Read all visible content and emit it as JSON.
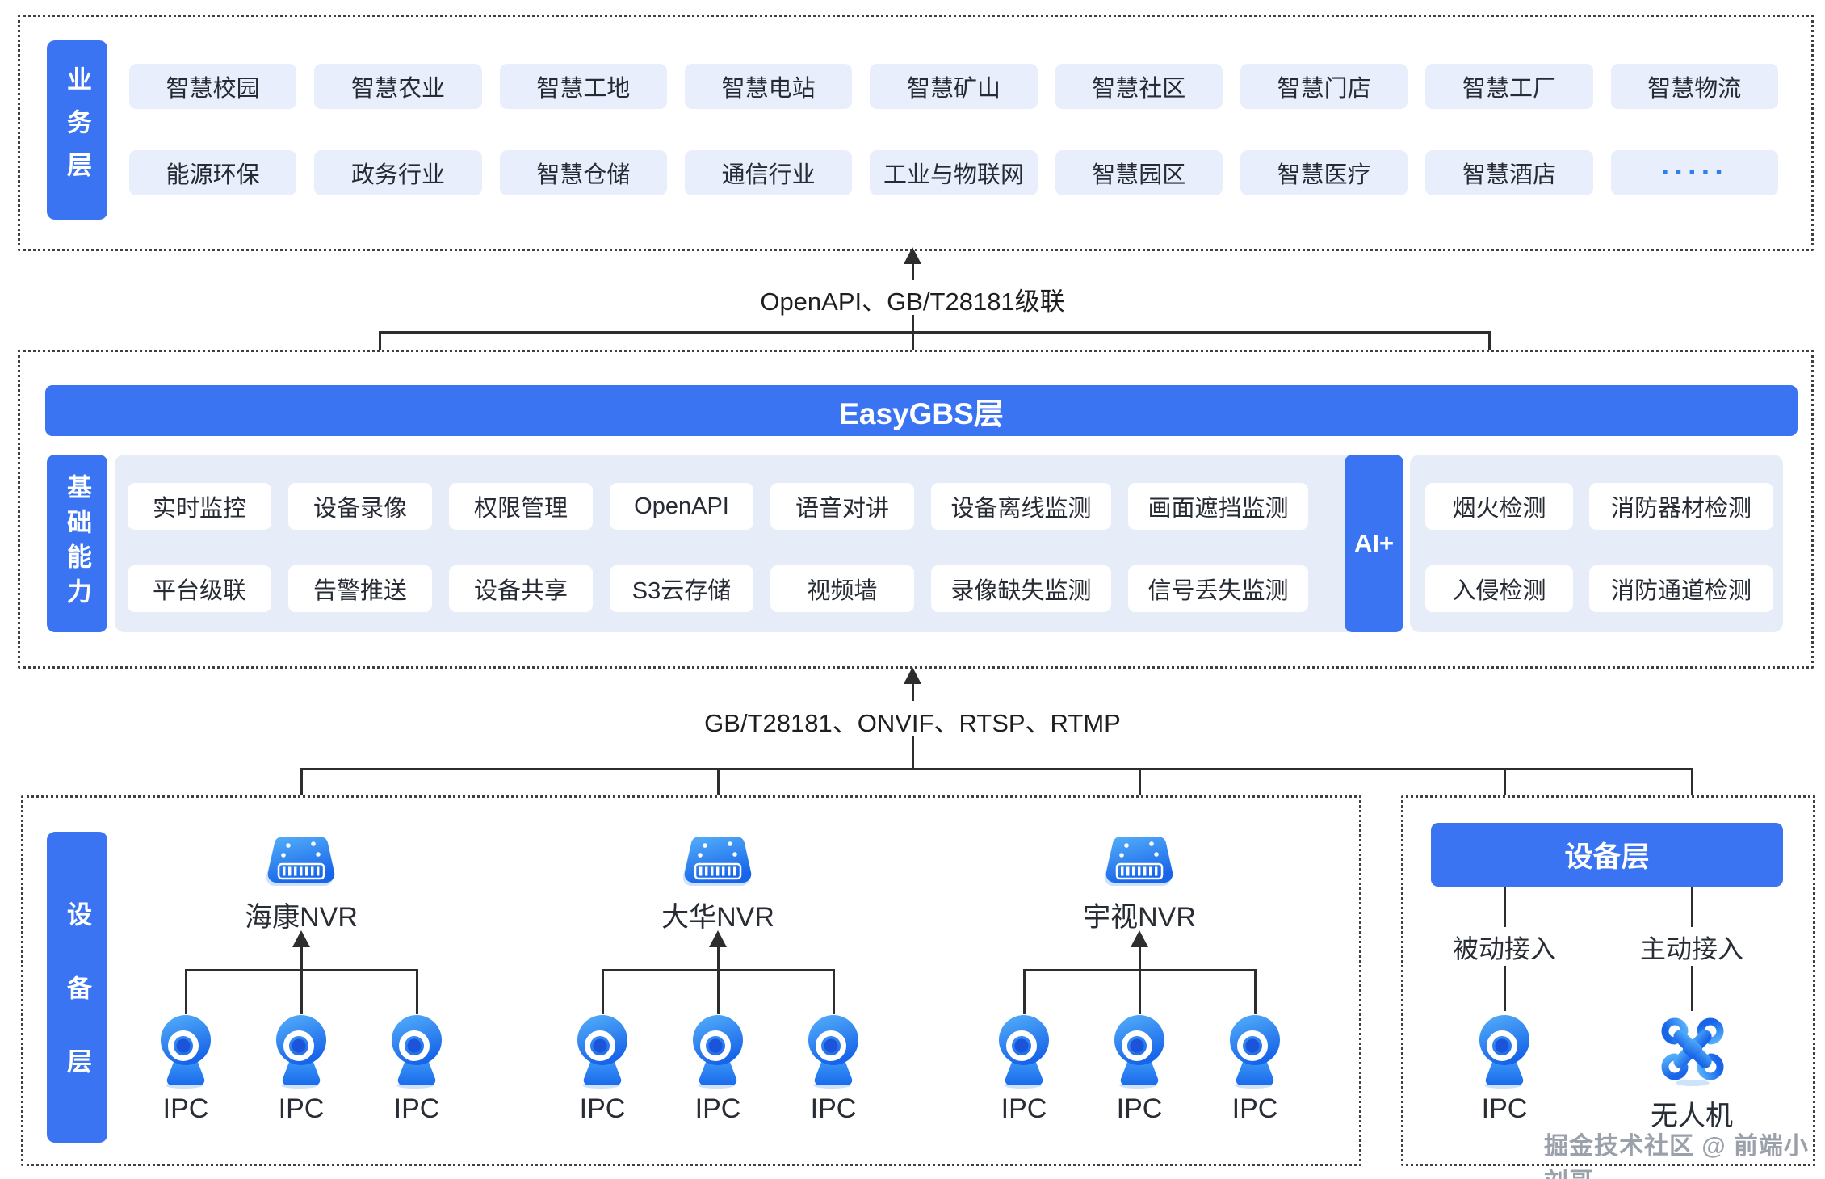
{
  "colors": {
    "accent_blue": "#3B74F2",
    "chip_light_blue": "#E8EEFB",
    "panel_lavender": "#E7ECF9",
    "icon_gradient_top": "#55B0FA",
    "icon_gradient_bottom": "#1865E9",
    "line_dark": "#2d2d2d",
    "text_dark": "#262B34",
    "dots_blue": "#2F7EF0",
    "watermark_gray": "#9BA1AB"
  },
  "business_layer": {
    "label": "业务层",
    "row1": [
      "智慧校园",
      "智慧农业",
      "智慧工地",
      "智慧电站",
      "智慧矿山",
      "智慧社区",
      "智慧门店",
      "智慧工厂",
      "智慧物流"
    ],
    "row2": [
      "能源环保",
      "政务行业",
      "智慧仓储",
      "通信行业",
      "工业与物联网",
      "智慧园区",
      "智慧医疗",
      "智慧酒店",
      "·····"
    ]
  },
  "connector_top": {
    "label": "OpenAPI、GB/T28181级联"
  },
  "easygbs_layer": {
    "banner": "EasyGBS层",
    "capability_label": "基础能力",
    "capabilities_row1": [
      "实时监控",
      "设备录像",
      "权限管理",
      "OpenAPI",
      "语音对讲",
      "设备离线监测",
      "画面遮挡监测"
    ],
    "capabilities_row2": [
      "平台级联",
      "告警推送",
      "设备共享",
      "S3云存储",
      "视频墙",
      "录像缺失监测",
      "信号丢失监测"
    ],
    "ai_label": "AI+",
    "ai_row1": [
      "烟火检测",
      "消防器材检测"
    ],
    "ai_row2": [
      "入侵检测",
      "消防通道检测"
    ]
  },
  "connector_bottom": {
    "label": "GB/T28181、ONVIF、RTSP、RTMP"
  },
  "device_layer": {
    "label": "设备层",
    "nvr_groups": [
      {
        "name": "海康NVR",
        "cameras": [
          "IPC",
          "IPC",
          "IPC"
        ]
      },
      {
        "name": "大华NVR",
        "cameras": [
          "IPC",
          "IPC",
          "IPC"
        ]
      },
      {
        "name": "宇视NVR",
        "cameras": [
          "IPC",
          "IPC",
          "IPC"
        ]
      }
    ]
  },
  "device_layer_right": {
    "banner": "设备层",
    "passive_label": "被动接入",
    "active_label": "主动接入",
    "passive_device": "IPC",
    "active_device": "无人机"
  },
  "watermark": "掘金技术社区 @ 前端小刘哥"
}
